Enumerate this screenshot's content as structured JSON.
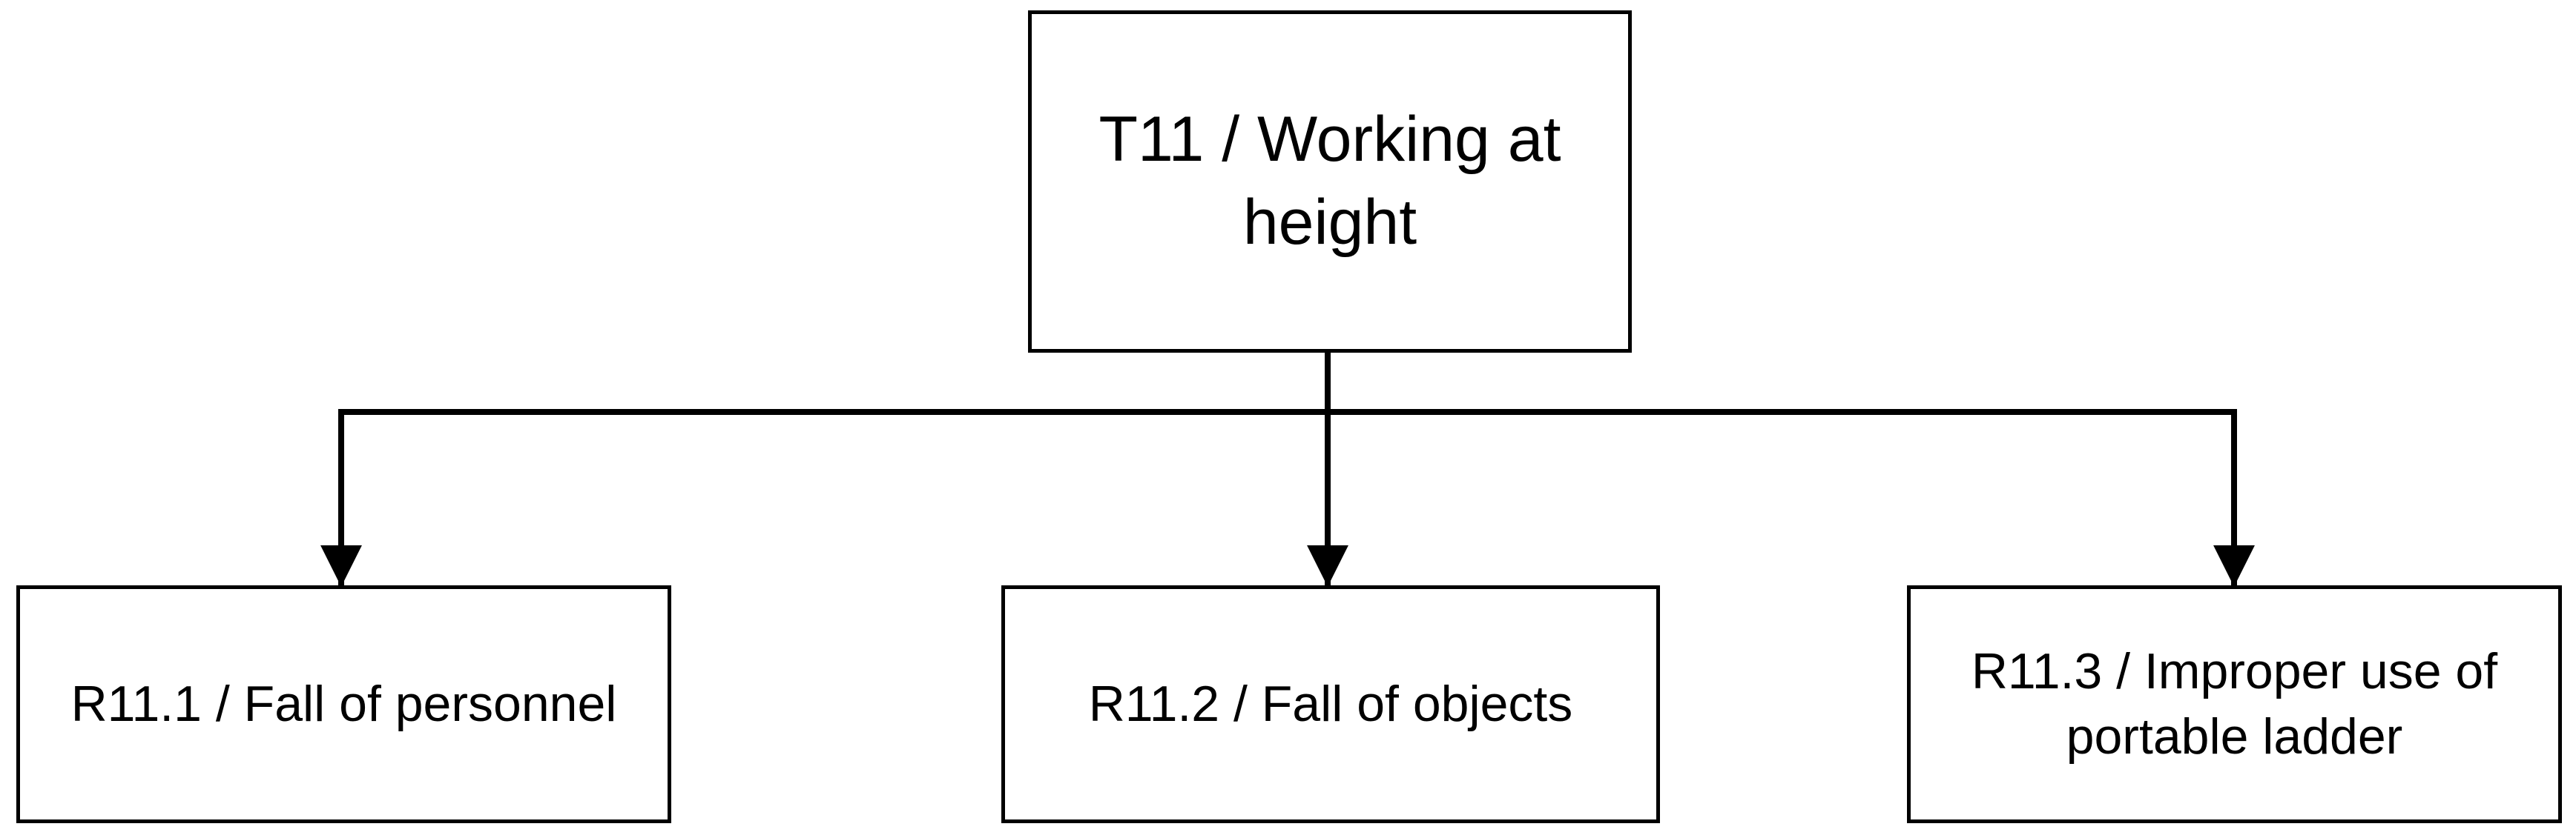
{
  "diagram": {
    "type": "hierarchy-tree",
    "root": {
      "label": "T11 / Working at height"
    },
    "children": [
      {
        "label": "R11.1 / Fall of personnel"
      },
      {
        "label": "R11.2 / Fall of objects"
      },
      {
        "label": "R11.3 / Improper use of portable ladder"
      }
    ],
    "line_color": "#000000",
    "box_border_color": "#000000",
    "background_color": "#ffffff"
  }
}
